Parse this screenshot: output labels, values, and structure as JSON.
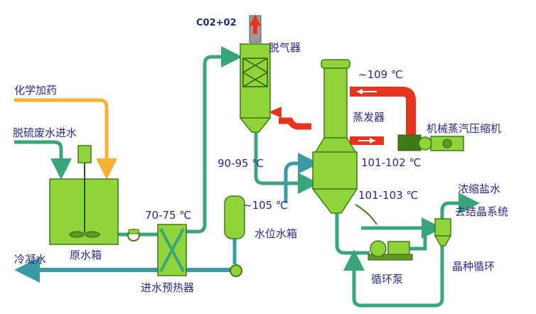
{
  "labels": {
    "co2_o2": "C02+02",
    "deaerator": "脱气器",
    "temp_evaporator_top": "~109 ℃",
    "evaporator": "蒸发器",
    "mvr_compressor": "机械蒸汽压缩机",
    "chem_dosing": "化学加药",
    "desulf_inlet": "脱硫废水进水",
    "temp_deaerator": "90-95 ℃",
    "temp_vapor_return": "101-102 ℃",
    "temp_105": "~105 ℃",
    "concentrate_line1": "浓缩盐水",
    "concentrate_line2": "去结晶系统",
    "temp_feed": "70-75 ℃",
    "temp_brine": "101-103 ℃",
    "level_tank": "水位水箱",
    "raw_tank": "原水箱",
    "condensate": "冷凝水",
    "seed_cycle": "晶种循环",
    "circ_pump": "循环泵",
    "preheater": "进水预热器"
  },
  "colors": {
    "equipment": "#8fd43a",
    "equipment_stroke": "#3f7a16",
    "feed_pipe": "#3aa57d",
    "condensate_pipe": "#3b9aa8",
    "chemical_pipe": "#f5b133",
    "vapor_pipe": "#e8341f",
    "label_text": "#2a2a8a"
  }
}
